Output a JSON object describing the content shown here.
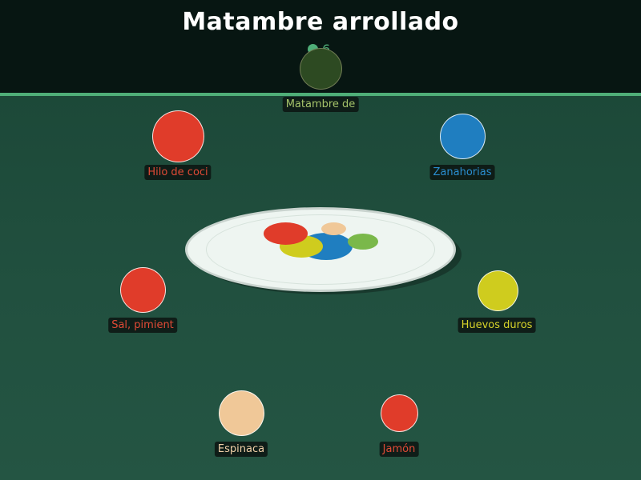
{
  "header": {
    "title": "Matambre arrollado",
    "count": "6"
  },
  "ingredients": {
    "matambre": {
      "label": "Matambre de",
      "color": "#2d4a22",
      "text_color": "#a6c46a"
    },
    "hilo": {
      "label": "Hilo de coci",
      "color": "#e03c2a",
      "text_color": "#e04a36"
    },
    "zanahorias": {
      "label": "Zanahorias",
      "color": "#1f7ec0",
      "text_color": "#2a8ed0"
    },
    "sal": {
      "label": "Sal, pimient",
      "color": "#e03c2a",
      "text_color": "#e04a36"
    },
    "huevos": {
      "label": "Huevos duros",
      "color": "#cfcc1e",
      "text_color": "#d8d42a"
    },
    "espinaca": {
      "label": "Espinaca",
      "color": "#f0c898",
      "text_color": "#f0d0a8"
    },
    "jamon": {
      "label": "Jamón",
      "color": "#e03c2a",
      "text_color": "#e04a36"
    }
  },
  "plate": {
    "colors": {
      "red": "#e03c2a",
      "blue": "#1f7ec0",
      "yellow": "#cfcc1e",
      "green": "#7ab84a",
      "peach": "#f0c898"
    }
  }
}
